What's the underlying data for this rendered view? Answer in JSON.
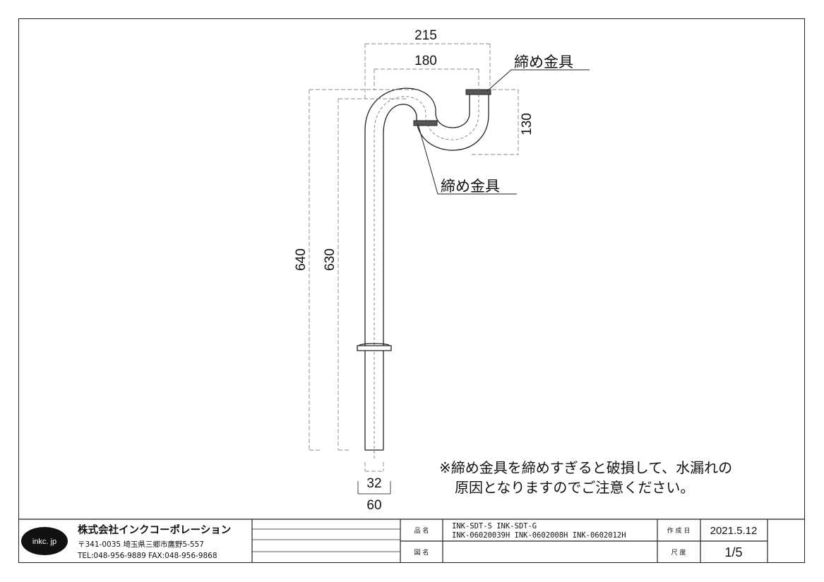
{
  "dimensions": {
    "overall_width": "215",
    "inner_width": "180",
    "trap_height": "130",
    "overall_height": "640",
    "inner_height": "630",
    "pipe_diameter": "32",
    "flange_diameter": "60"
  },
  "callouts": {
    "fitting_upper": "締め金具",
    "fitting_lower": "締め金具"
  },
  "note": {
    "line1": "※締め金具を締めすぎると破損して、水漏れの",
    "line2": "原因となりますのでご注意ください。"
  },
  "title_block": {
    "logo": "inkc. jp",
    "company": "株式会社インクコーポレーション",
    "address": "〒341-0035 埼玉県三郷市鷹野5-557",
    "contact": "TEL:048-956-9889 FAX:048-956-9868",
    "product_name_label": "品 名",
    "product_codes_line1": "INK-SDT-S INK-SDT-G",
    "product_codes_line2": "INK-06020039H INK-0602008H INK-0602012H",
    "drawing_name_label": "図 名",
    "created_label": "作 成 日",
    "created_date": "2021.5.12",
    "scale_label": "尺 度",
    "scale": "1/5"
  },
  "colors": {
    "line": "#222222",
    "fitting": "#555555",
    "logo_bg": "#111111"
  }
}
